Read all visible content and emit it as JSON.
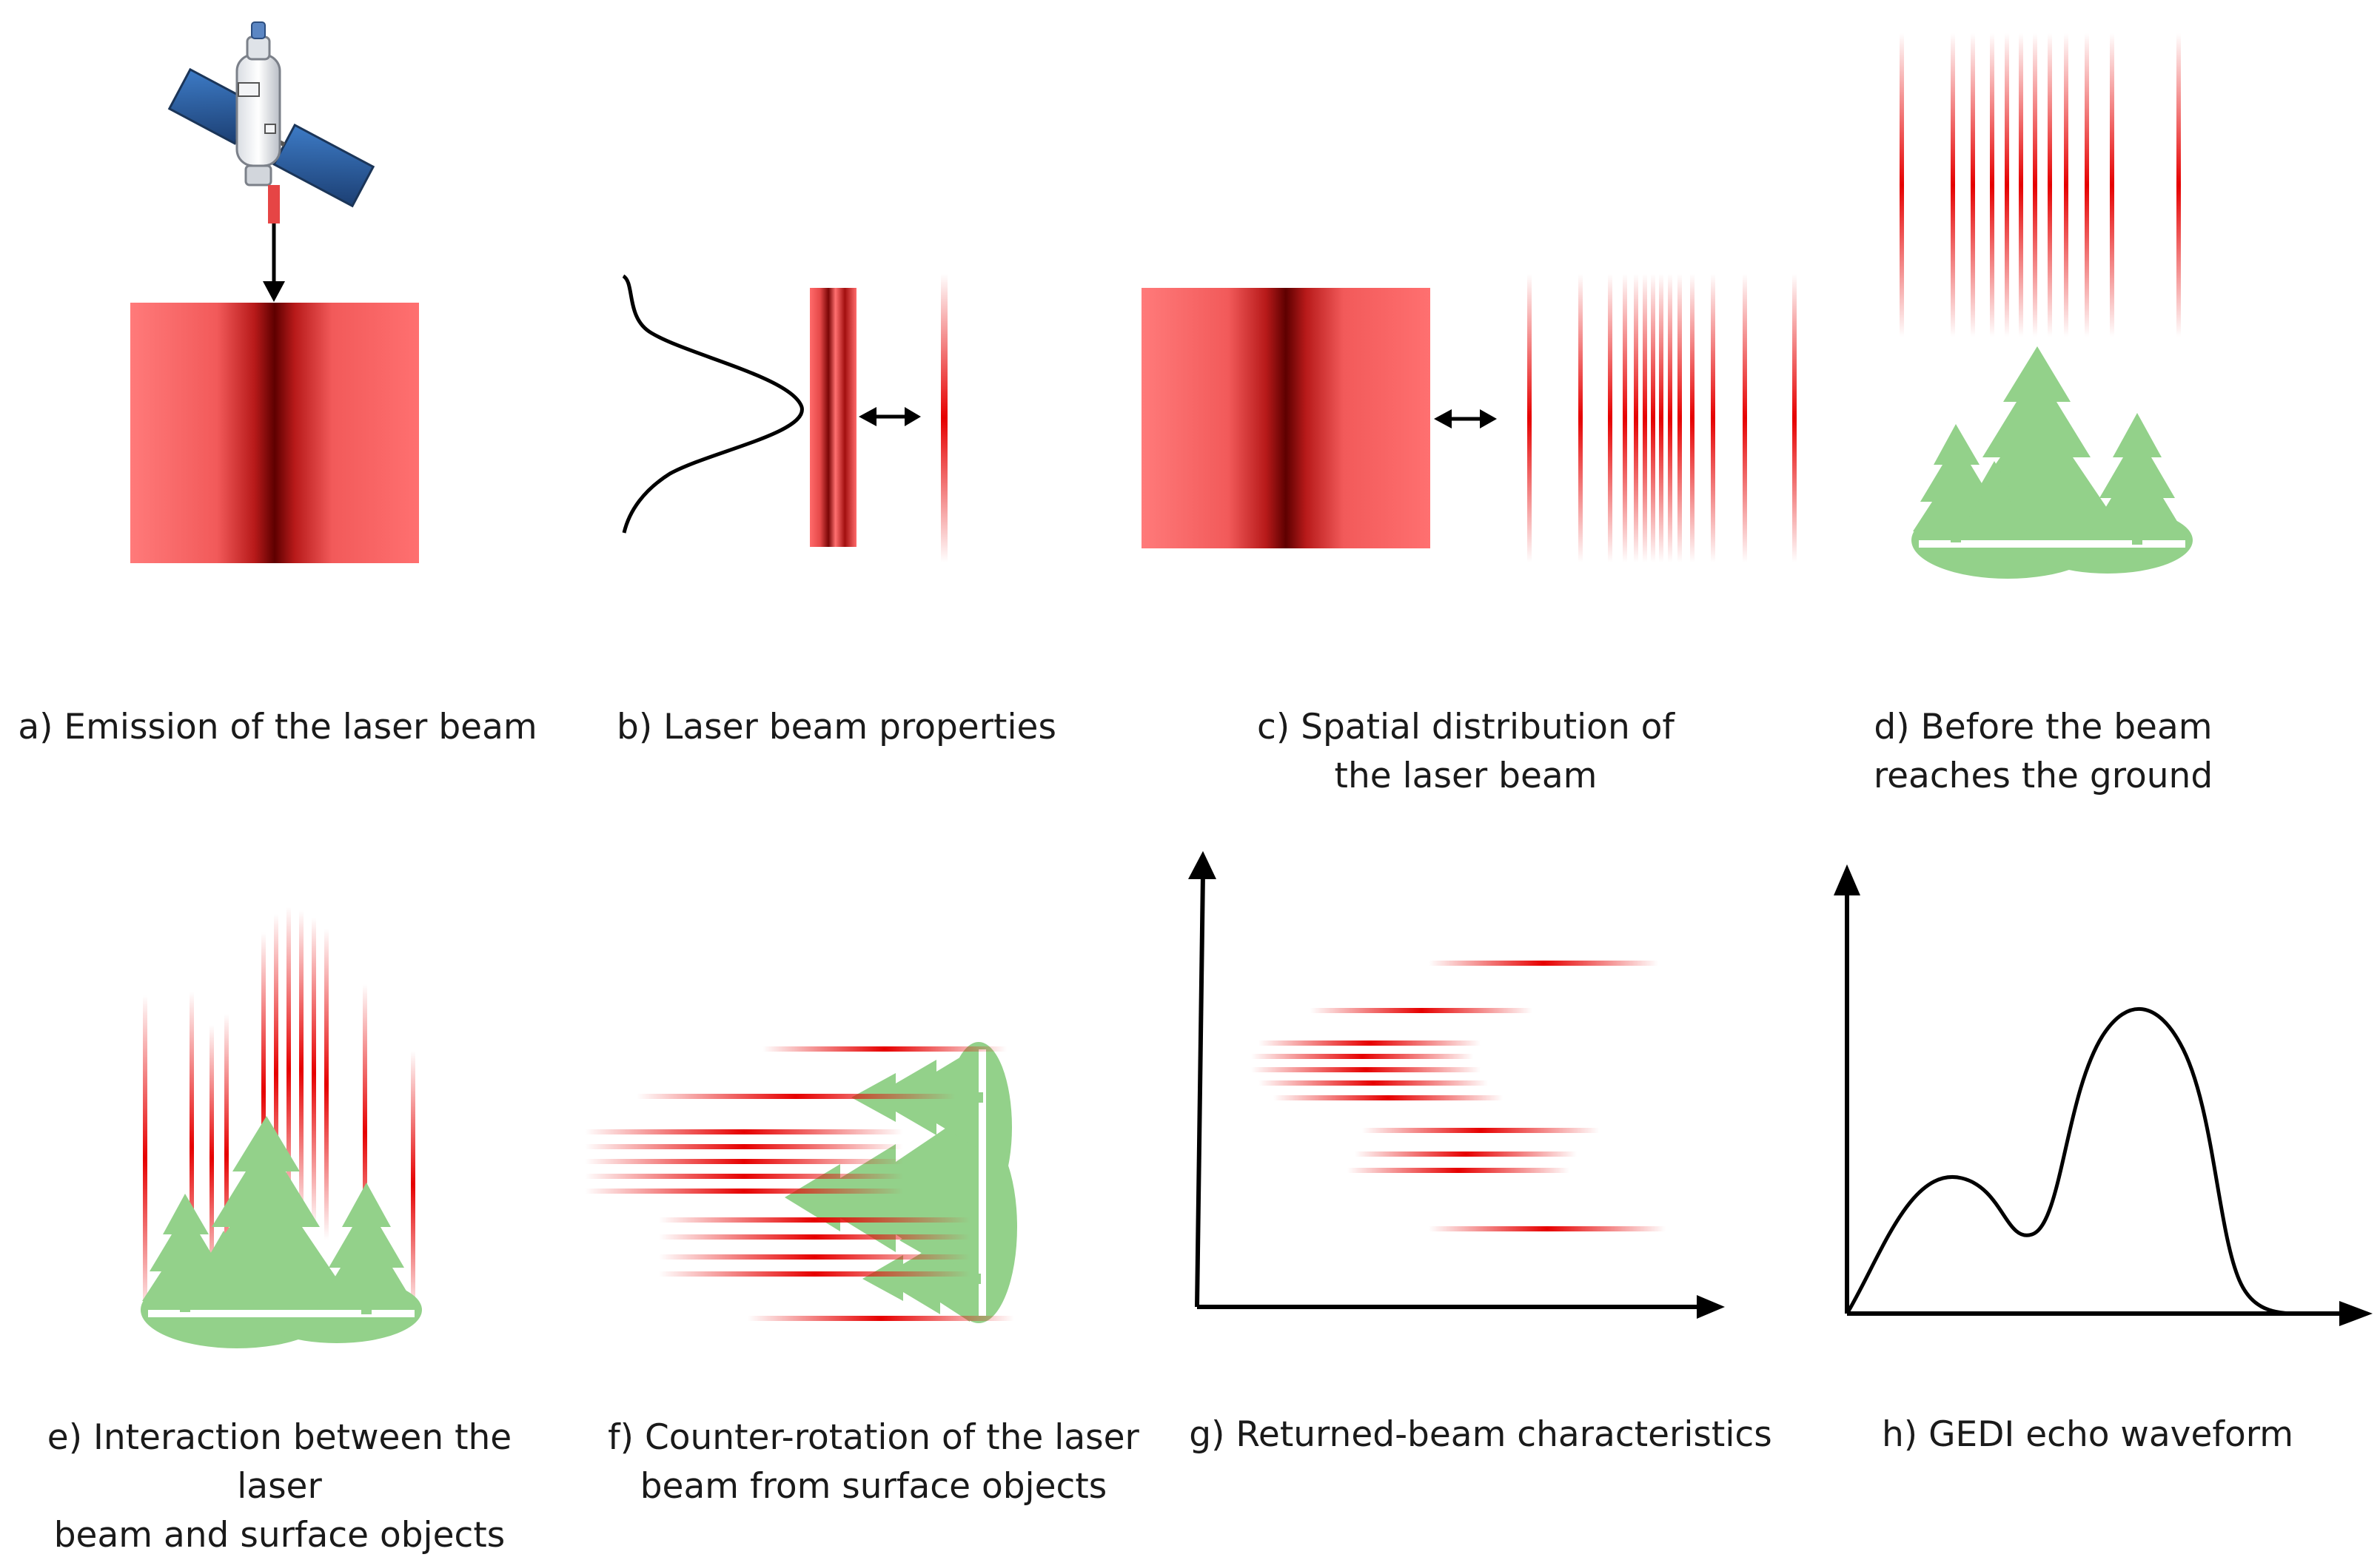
{
  "panels": [
    {
      "id": "a",
      "caption": "a) Emission of the laser beam"
    },
    {
      "id": "b",
      "caption": "b) Laser beam properties"
    },
    {
      "id": "c",
      "caption": "c) Spatial distribution of\nthe laser beam"
    },
    {
      "id": "d",
      "caption": "d) Before the beam\nreaches the ground"
    },
    {
      "id": "e",
      "caption": "e) Interaction between the laser\nbeam and surface objects"
    },
    {
      "id": "f",
      "caption": "f) Counter-rotation of the laser\nbeam from surface objects"
    },
    {
      "id": "g",
      "caption": "g) Returned-beam characteristics"
    },
    {
      "id": "h",
      "caption": "h) GEDI echo waveform"
    }
  ],
  "colors": {
    "beam_light": "#ff6b6b",
    "beam_core": "#6b0000",
    "beam_pulse": "#e60000",
    "tree_green": "#93d18a",
    "satellite_panel": "#2c5fa0",
    "ink": "#000000"
  },
  "icons": [
    "satellite-icon",
    "forest-icon",
    "double-arrow-icon",
    "gaussian-curve-icon"
  ]
}
